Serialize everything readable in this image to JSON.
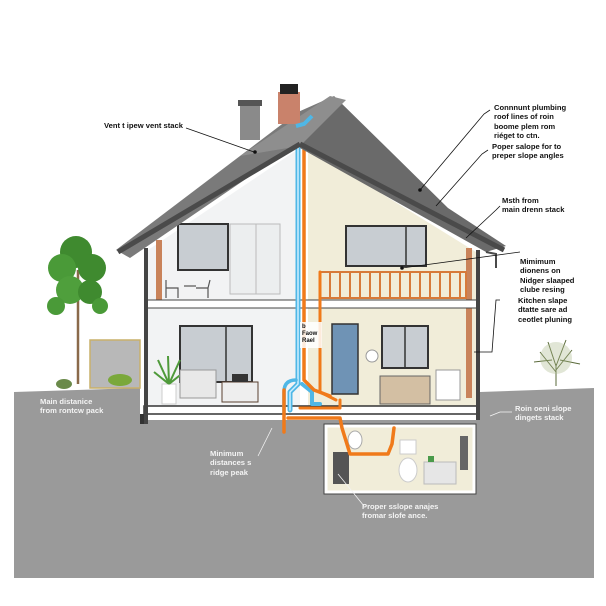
{
  "diagram": {
    "title": "House plumbing vent stack cross-section",
    "colors": {
      "ground": "#9a9a9a",
      "roof": "#6e6e6e",
      "roof_trim": "#4a4a4a",
      "wall_left": "#f2f3f4",
      "wall_right": "#f1edd9",
      "vent_pipe": "#4fb7e6",
      "drain_pipe": "#f07a1a",
      "chimney_brick": "#c9826b",
      "chimney_stone": "#8a8a8a",
      "balcony_rail": "#d77a3a",
      "door": "#6f93b5"
    },
    "labels": {
      "vent_stack": "Vent t ipew vent stack",
      "connect_plumbing": "Connnunt plumbing\nroof lines of roin\nboome plem rom\nriéget to ctn.",
      "proper_slope_roof": "Poper salope for to\npreper slope angles",
      "main_drain": "Msth from\nmain drenn stack",
      "minimum_ridge": "Mimimum\ndionens on\nNidger slaaped\nclube resing",
      "kitchen_slope": "Kitchen slape\ndtatte sare ad\nceotlet pluning",
      "main_distance": "Main distanice\nfrom rontcw pack",
      "minimum_distances": "Minimum\ndistances s\nridge peak",
      "proper_slope_basement": "Proper sslope anajes\nfromar slofe ance.",
      "right_slope_stack": "Roin oeni slope\ndingets stack",
      "pipe_tag": "b\nFaow\nRael"
    }
  }
}
